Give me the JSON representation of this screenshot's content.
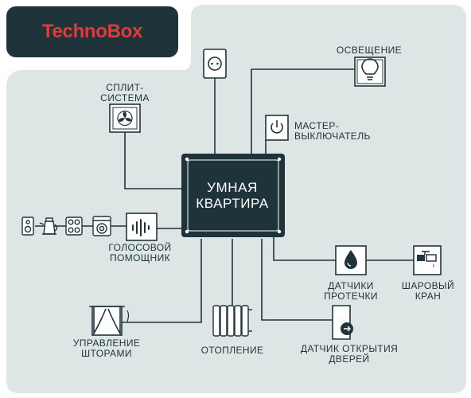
{
  "brand": {
    "name": "TechnoBox"
  },
  "hub": {
    "line1": "УМНАЯ",
    "line2": "КВАРТИРА"
  },
  "nodes": {
    "split": {
      "line1": "СПЛИТ-",
      "line2": "СИСТЕМА"
    },
    "lighting": {
      "line1": "ОСВЕЩЕНИЕ"
    },
    "master": {
      "line1": "МАСТЕР-",
      "line2": "ВЫКЛЮЧАТЕЛЬ"
    },
    "voice": {
      "line1": "ГОЛОСОВОЙ",
      "line2": "ПОМОЩНИК"
    },
    "leak": {
      "line1": "ДАТЧИКИ",
      "line2": "ПРОТЕЧКИ"
    },
    "valve": {
      "line1": "ШАРОВЫЙ",
      "line2": "КРАН"
    },
    "curtains": {
      "line1": "УПРАВЛЕНИЕ",
      "line2": "ШТОРАМИ"
    },
    "heating": {
      "line1": "ОТОПЛЕНИЕ"
    },
    "door": {
      "line1": "ДАТЧИК ОТКРЫТИЯ",
      "line2": "ДВЕРЕЙ"
    }
  },
  "icons": [
    "socket-icon",
    "lightbulb-icon",
    "fan-icon",
    "power-icon",
    "speaker-icon",
    "kettle-icon",
    "stove-icon",
    "washer-icon",
    "voice-assistant-icon",
    "water-drop-icon",
    "valve-icon",
    "curtains-icon",
    "radiator-icon",
    "door-sensor-icon"
  ],
  "colors": {
    "panel": "#dde6e4",
    "dark": "#1f343a",
    "brand_red": "#e3393a",
    "icon_bg": "#ffffff"
  }
}
